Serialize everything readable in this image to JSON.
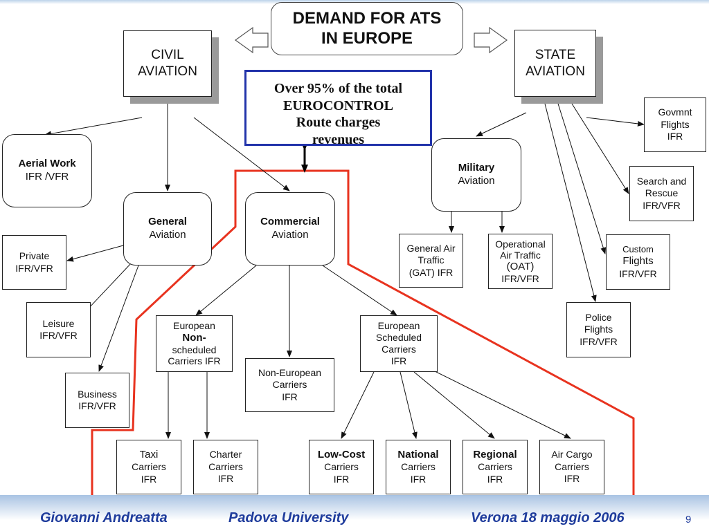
{
  "title": {
    "line1": "DEMAND FOR ATS",
    "line2": "IN EUROPE"
  },
  "civil": {
    "line1": "CIVIL",
    "line2": "AVIATION"
  },
  "state": {
    "line1": "STATE",
    "line2": "AVIATION"
  },
  "callout": {
    "line1": "Over 95% of the total",
    "line2": "EUROCONTROL",
    "line3": "Route charges",
    "line4": "revenues"
  },
  "aerial": {
    "line1": "Aerial Work",
    "line2": "IFR /VFR"
  },
  "general": {
    "line1": "General",
    "line2": "Aviation"
  },
  "commercial": {
    "line1": "Commercial",
    "line2": "Aviation"
  },
  "military": {
    "line1": "Military",
    "line2": "Aviation"
  },
  "private": {
    "line1": "Private",
    "line2": "IFR/VFR"
  },
  "leisure": {
    "line1": "Leisure",
    "line2": "IFR/VFR"
  },
  "business": {
    "line1": "Business",
    "line2": "IFR/VFR"
  },
  "govmnt": {
    "line1": "Govmnt",
    "line2": "Flights",
    "line3": "IFR"
  },
  "sar": {
    "line1": "Search and",
    "line2": "Rescue",
    "line3": "IFR/VFR"
  },
  "custom": {
    "line1": "Custom",
    "line2": "Flights",
    "line3": "IFR/VFR"
  },
  "police": {
    "line1": "Police",
    "line2": "Flights",
    "line3": "IFR/VFR"
  },
  "gat": {
    "line1": "General Air",
    "line2": "Traffic",
    "line3": "(GAT) IFR"
  },
  "oat": {
    "line1": "Operational",
    "line2": "Air Traffic",
    "line3": "(OAT)",
    "line4": "IFR/VFR"
  },
  "eu_nonsched": {
    "line1": "European",
    "line2": "Non-",
    "line3": "scheduled",
    "line4": "Carriers IFR"
  },
  "non_european": {
    "line1": "Non-European",
    "line2": "Carriers",
    "line3": "IFR"
  },
  "eu_sched": {
    "line1": "European",
    "line2": "Scheduled",
    "line3": "Carriers",
    "line4": "IFR"
  },
  "taxi": {
    "line1": "Taxi",
    "line2": "Carriers",
    "line3": "IFR"
  },
  "charter": {
    "line1": "Charter",
    "line2": "Carriers",
    "line3": "IFR"
  },
  "lowcost": {
    "line1": "Low-Cost",
    "line2": "Carriers",
    "line3": "IFR"
  },
  "national": {
    "line1": "National",
    "line2": "Carriers",
    "line3": "IFR"
  },
  "regional": {
    "line1": "Regional",
    "line2": "Carriers",
    "line3": "IFR"
  },
  "aircargo": {
    "line1": "Air Cargo",
    "line2": "Carriers",
    "line3": "IFR"
  },
  "footer": {
    "author": "Giovanni Andreatta",
    "university": "Padova University",
    "place_date": "Verona 18 maggio 2006",
    "page": "9"
  },
  "colors": {
    "highlight_border": "#e8331f",
    "callout_border": "#2233aa",
    "footer_text": "#1f3c9c"
  }
}
